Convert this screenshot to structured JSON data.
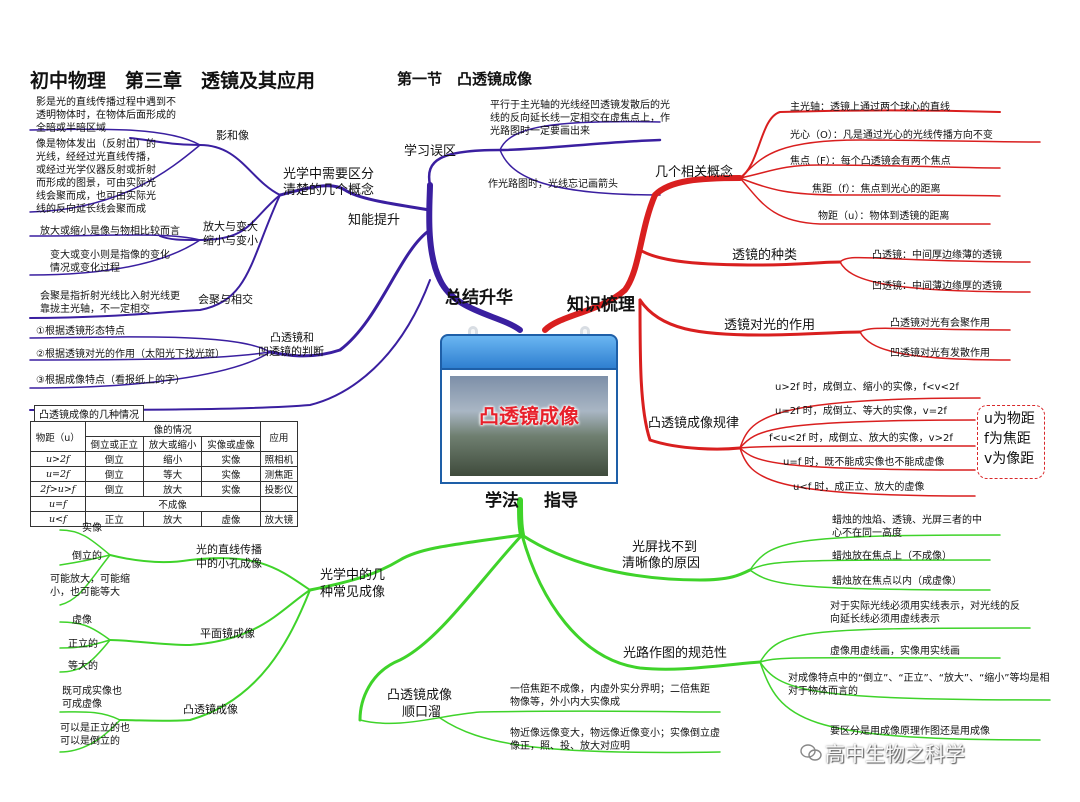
{
  "header": {
    "title": "初中物理　第三章　透镜及其应用",
    "section": "第一节　凸透镜成像"
  },
  "center": {
    "image_label": "凸透镜成像",
    "top_left": "总结升华",
    "top_right": "知识梳理",
    "bottom_left": "学法",
    "bottom_right": "指导"
  },
  "colors": {
    "left_branch": "#3a1fa0",
    "right_branch": "#d91f1f",
    "bottom_branch": "#3fd32a"
  },
  "zhineng": {
    "label": "知能提升",
    "concepts": {
      "label": "光学中需要区分清楚的几个概念",
      "line1": "光学中需要区分",
      "line2": "清楚的几个概念",
      "yinghe": {
        "label": "影和像",
        "notes": [
          "影是光的直线传播过程中遇到不透明物体时，在物体后面形成的全暗或半暗区域",
          "像是物体发出（反射出）的光线，经经过光直线传播，或经过光学仪器反射或折射而形成的图景，可由实际光线会聚而成，也可由实际光线的反向延长线会聚而成"
        ]
      },
      "fangda": {
        "line1": "放大与变大",
        "line2": "缩小与变小",
        "notes": [
          "放大或缩小是像与物相比较而言",
          "变大或变小则是指像的变化情况或变化过程"
        ]
      },
      "huiju": {
        "label": "会聚与相交",
        "note": "会聚是指折射光线比入射光线更靠拢主光轴，不一定相交"
      }
    },
    "judge": {
      "line1": "凸透镜和",
      "line2": "凹透镜的判断",
      "items": [
        "①根据透镜形态特点",
        "②根据透镜对光的作用（太阳光下找光斑）",
        "③根据成像特点（看报纸上的字）"
      ]
    }
  },
  "study": {
    "label": "学习误区",
    "notes": [
      "平行于主光轴的光线经凹透镜发散后的光线的反向延长线一定相交在虚焦点上，作光路图时一定要画出来",
      "作光路图时，光线忘记画箭头"
    ]
  },
  "concepts_right": {
    "label": "几个相关概念",
    "items": [
      "主光轴：透镜上通过两个球心的直线",
      "光心（O）：凡是通过光心的光线传播方向不变",
      "焦点（F）：每个凸透镜会有两个焦点",
      "焦距（f）：焦点到光心的距离",
      "物距（u）：物体到透镜的距离"
    ]
  },
  "types": {
    "label": "透镜的种类",
    "items": [
      "凸透镜：中间厚边缘薄的透镜",
      "凹透镜：中间薄边缘厚的透镜"
    ]
  },
  "effect": {
    "label": "透镜对光的作用",
    "items": [
      "凸透镜对光有会聚作用",
      "凹透镜对光有发散作用"
    ]
  },
  "rule": {
    "label": "凸透镜成像规律",
    "items": [
      "u>2f 时，成倒立、缩小的实像，f<v<2f",
      "u=2f 时，成倒立、等大的实像，v=2f",
      "f<u<2f 时，成倒立、放大的实像，v>2f",
      "u=f 时，既不能成实像也不能成虚像",
      "u<f 时，成正立、放大的虚像"
    ],
    "legend": [
      "u为物距",
      "f为焦距",
      "v为像距"
    ]
  },
  "table": {
    "caption": "凸透镜成像的几种情况",
    "h_u": "物距（u）",
    "h_img": "像的情况",
    "h_app": "应用",
    "h_sub": [
      "倒立或正立",
      "放大或缩小",
      "实像或虚像"
    ],
    "rows": [
      [
        "u>2f",
        "倒立",
        "缩小",
        "实像",
        "照相机"
      ],
      [
        "u=2f",
        "倒立",
        "等大",
        "实像",
        "测焦距"
      ],
      [
        "2f>u>f",
        "倒立",
        "放大",
        "实像",
        "投影仪"
      ],
      [
        "u=f",
        "不成像",
        "",
        "",
        ""
      ],
      [
        "u<f",
        "正立",
        "放大",
        "虚像",
        "放大镜"
      ]
    ]
  },
  "several": {
    "line1": "光学中的几",
    "line2": "种常见成像",
    "pinhole": {
      "line1": "光的直线传播",
      "line2": "中的小孔成像",
      "items": [
        "实像",
        "倒立的",
        "可能放大，可能缩小，也可能等大"
      ]
    },
    "mirror": {
      "label": "平面镜成像",
      "items": [
        "虚像",
        "正立的",
        "等大的"
      ]
    },
    "convex": {
      "label": "凸透镜成像",
      "items": [
        "既可成实像也可成虚像",
        "可以是正立的也可以是倒立的"
      ]
    }
  },
  "screen": {
    "line1": "光屏找不到",
    "line2": "清晰像的原因",
    "items": [
      "蜡烛的烛焰、透镜、光屏三者的中心不在同一高度",
      "蜡烛放在焦点上（不成像）",
      "蜡烛放在焦点以内（成虚像）"
    ]
  },
  "norm": {
    "label": "光路作图的规范性",
    "items": [
      "对于实际光线必须用实线表示，对光线的反向延长线必须用虚线表示",
      "虚像用虚线画，实像用实线画",
      "对成像特点中的“倒立”、“正立”、“放大”、“缩小”等均是相对于物体而言的",
      "要区分是用成像原理作图还是用成像"
    ]
  },
  "rhyme": {
    "line1": "凸透镜成像",
    "line2": "顺口溜",
    "items": [
      "一倍焦距不成像，内虚外实分界明；二倍焦距物像等，外小内大实像成",
      "物近像远像变大，物远像近像变小；实像倒立虚像正，照、投、放大对应明"
    ]
  },
  "watermark": "高中生物之科学"
}
